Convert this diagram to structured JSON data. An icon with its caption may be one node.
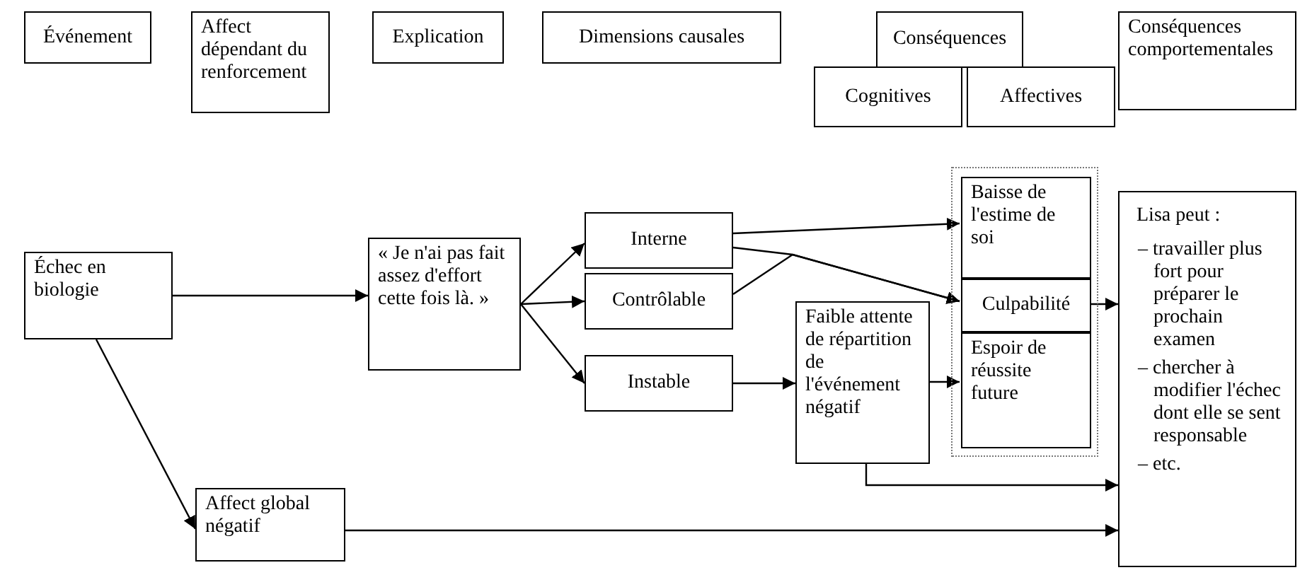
{
  "diagram": {
    "nodes": [
      {
        "text": [
          "Événement"
        ]
      },
      {
        "text": [
          "Affect dépendant du renforcement"
        ]
      },
      {
        "text": [
          "Explication"
        ]
      },
      {
        "text": [
          "Dimensions causales"
        ]
      },
      {
        "text": [
          "Conséquences"
        ]
      },
      {
        "text": [
          "Cognitives"
        ]
      },
      {
        "text": [
          "Affectives"
        ]
      },
      {
        "text": [
          "Conséquences comportementales"
        ]
      },
      {
        "text": [
          "Lisa peut :",
          "– travailler plus fort pour préparer le prochain examen",
          "– chercher à modifier l'échec dont elle se sent responsable",
          "– etc."
        ]
      },
      {
        "text": [
          "Interne"
        ]
      },
      {
        "text": [],
        "shape": "box"
      },
      {
        "text": [
          "Baisse de l'estime de soi"
        ],
        "in": 10
      },
      {
        "text": [
          "Échec en biologie"
        ]
      },
      {
        "text": [
          "« Je n'ai pas fait assez d'effort cette fois là. »"
        ]
      },
      {
        "text": [
          "Contrôlable"
        ]
      },
      {
        "text": [
          "Culpabilité"
        ],
        "in": 10
      },
      {
        "text": [
          "Faible attente de répartition de l'événement négatif"
        ]
      },
      {
        "text": [
          "Instable"
        ]
      },
      {
        "text": [
          "Espoir de réussite future"
        ],
        "in": 10
      },
      {
        "text": [
          "Affect global négatif"
        ]
      }
    ],
    "edges": [
      {
        "from": 12,
        "to": 13,
        "arrow": "to"
      },
      {
        "from": 12,
        "to": 19,
        "arrow": "to"
      },
      {
        "from": 13,
        "to": 9,
        "arrow": "to"
      },
      {
        "from": 13,
        "to": 14,
        "arrow": "to"
      },
      {
        "from": 13,
        "to": 17,
        "arrow": "to"
      },
      {
        "from": 9,
        "to": 11,
        "arrow": "to"
      },
      {
        "from": 9,
        "to": 15,
        "arrow": "to"
      },
      {
        "from": 14,
        "to": 15,
        "arrow": "to"
      },
      {
        "from": 17,
        "to": 16,
        "arrow": "to"
      },
      {
        "from": 16,
        "to": 18,
        "arrow": "to"
      },
      {
        "from": 16,
        "to": 8,
        "arrow": "to"
      },
      {
        "from": 15,
        "to": 8,
        "arrow": "to"
      },
      {
        "from": 19,
        "to": 8,
        "arrow": "to"
      }
    ]
  }
}
